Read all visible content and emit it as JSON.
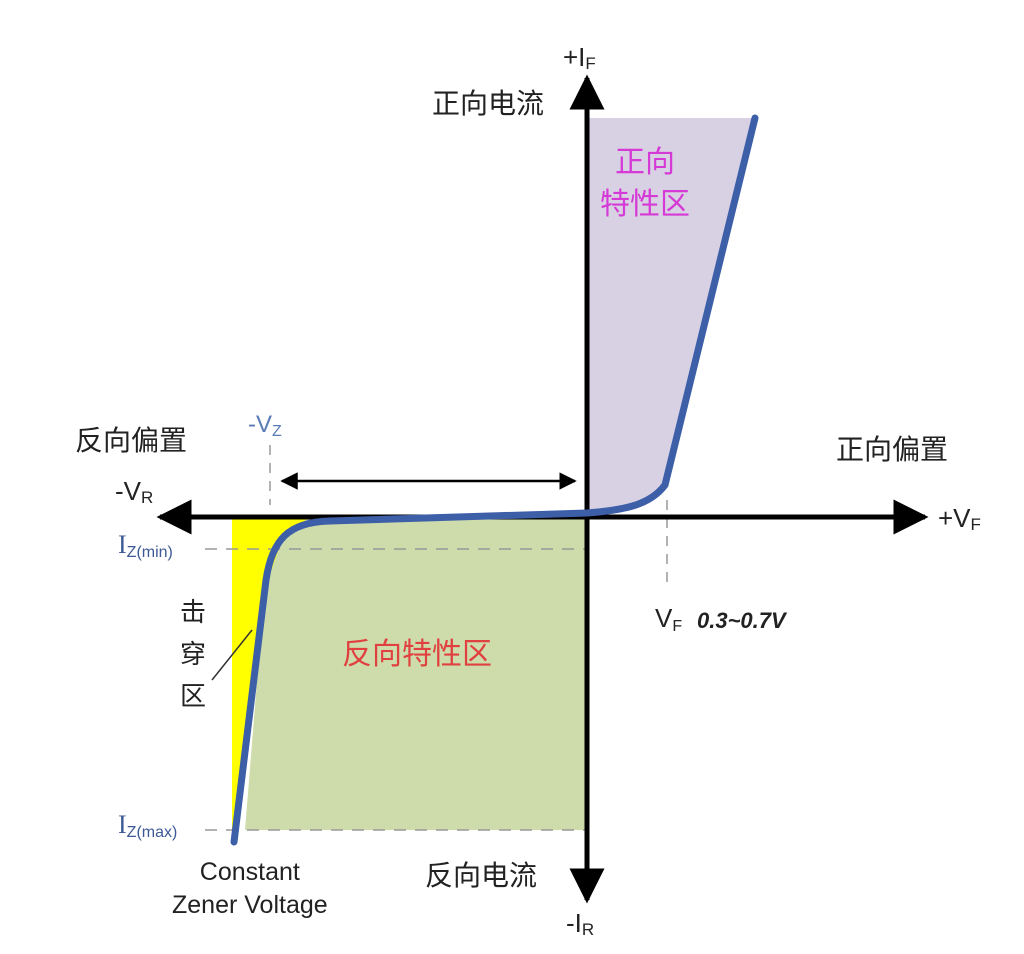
{
  "axes": {
    "y_positive": {
      "sign": "+I",
      "sub": "F"
    },
    "y_negative": {
      "sign": "-I",
      "sub": "R"
    },
    "x_positive": {
      "sign": "+V",
      "sub": "F"
    },
    "x_negative": {
      "sign": "-V",
      "sub": "R"
    }
  },
  "labels": {
    "forward_current": "正向电流",
    "reverse_current": "反向电流",
    "forward_bias": "正向偏置",
    "reverse_bias": "反向偏置",
    "forward_region_line1": "正向",
    "forward_region_line2": "特性区",
    "reverse_region": "反向特性区",
    "breakdown_1": "击",
    "breakdown_2": "穿",
    "breakdown_3": "区",
    "constant_1": "Constant",
    "constant_2": "Zener Voltage"
  },
  "markers": {
    "vz": {
      "sign": "-V",
      "sub": "Z"
    },
    "iz_min": {
      "main": "I",
      "sub": "Z(min)"
    },
    "iz_max": {
      "main": "I",
      "sub": "Z(max)"
    },
    "vf": {
      "main": "V",
      "sub": "F"
    },
    "vf_range": "0.3~0.7V"
  },
  "colors": {
    "curve": "#3d5fa8",
    "forward_fill": "#d8d0e3",
    "reverse_fill": "#cddcaa",
    "breakdown_fill": "#ffff00",
    "axis": "#000000",
    "forward_text": "#d63ad6",
    "reverse_text": "#e04040"
  }
}
